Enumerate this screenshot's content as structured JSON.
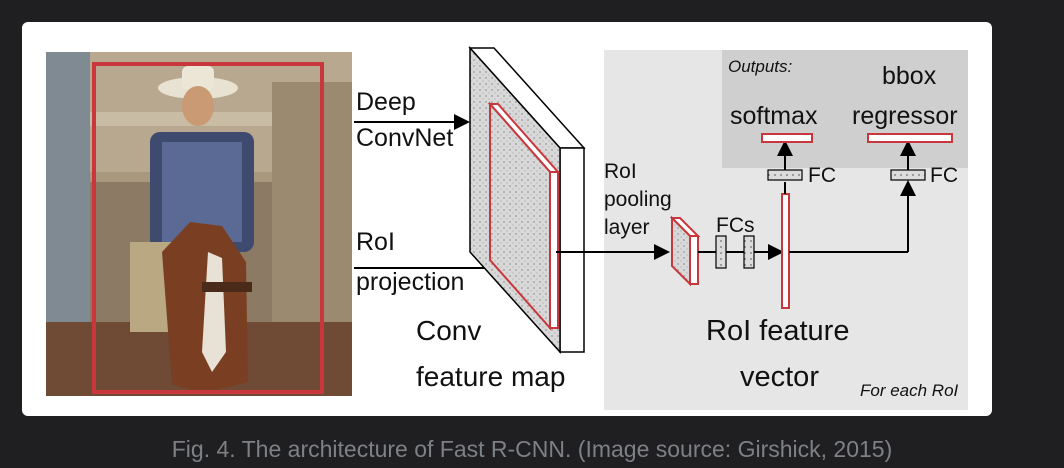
{
  "diagram": {
    "label_deep": "Deep",
    "label_convnet": "ConvNet",
    "label_roi": "RoI",
    "label_projection": "projection",
    "label_conv": "Conv",
    "label_feature_map": "feature map",
    "label_roi_pooling_1": "RoI",
    "label_roi_pooling_2": "pooling",
    "label_roi_pooling_3": "layer",
    "label_fcs": "FCs",
    "label_outputs": "Outputs:",
    "label_softmax": "softmax",
    "label_bbox": "bbox",
    "label_regressor": "regressor",
    "label_fc_left": "FC",
    "label_fc_right": "FC",
    "label_roi_feature": "RoI feature",
    "label_vector": "vector",
    "label_for_each_roi": "For each RoI",
    "colors": {
      "accent_red": "#c8373c",
      "panel_gray": "#e6e6e6",
      "output_gray": "#cfcfcf"
    }
  },
  "caption": "Fig. 4. The architecture of Fast R-CNN. (Image source: Girshick, 2015)"
}
